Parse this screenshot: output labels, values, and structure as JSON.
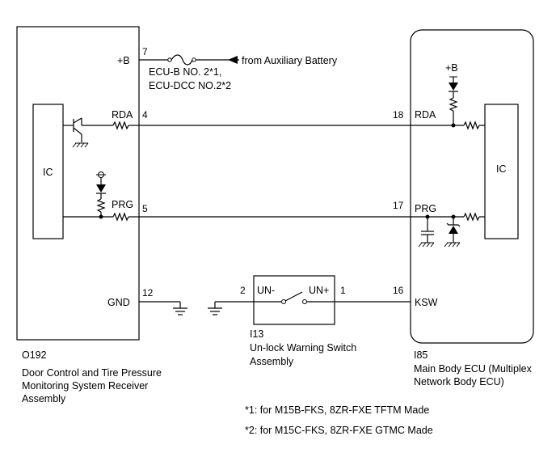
{
  "left_component": {
    "id": "O192",
    "name_lines": [
      "Door Control and Tire Pressure",
      "Monitoring System Receiver",
      "Assembly"
    ],
    "ic_label": "IC",
    "pins": [
      {
        "name": "+B",
        "number": "7"
      },
      {
        "name": "RDA",
        "number": "4"
      },
      {
        "name": "PRG",
        "number": "5"
      },
      {
        "name": "GND",
        "number": "12"
      }
    ]
  },
  "right_component": {
    "id": "I85",
    "name_lines": [
      "Main Body ECU (Multiplex",
      "Network Body ECU)"
    ],
    "ic_label": "IC",
    "supply_label": "+B",
    "pins": [
      {
        "name": "RDA",
        "number": "18"
      },
      {
        "name": "PRG",
        "number": "17"
      },
      {
        "name": "KSW",
        "number": "16"
      }
    ]
  },
  "switch_component": {
    "id": "I13",
    "name_lines": [
      "Un-lock Warning Switch",
      "Assembly"
    ],
    "pins": [
      {
        "name": "UN-",
        "number": "2"
      },
      {
        "name": "UN+",
        "number": "1"
      }
    ]
  },
  "fuse": {
    "lines": [
      "ECU-B NO. 2*1,",
      "ECU-DCC NO.2*2"
    ],
    "source": "from Auxiliary Battery"
  },
  "footnotes": [
    "*1: for M15B-FKS, 8ZR-FXE TFTM Made",
    "*2: for M15C-FKS, 8ZR-FXE GTMC Made"
  ]
}
